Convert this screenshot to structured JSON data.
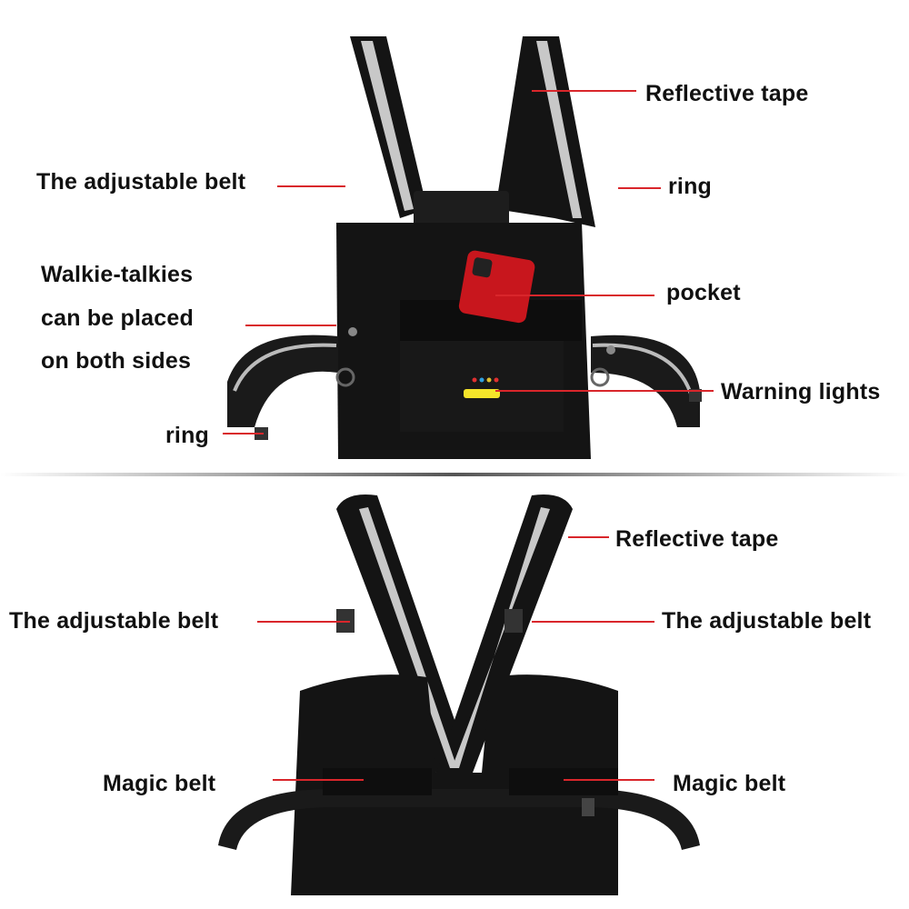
{
  "colors": {
    "leader_line": "#d9262b",
    "vest": "#141414",
    "reflective": "#c8c8c8",
    "phone": "#c8161d",
    "warning_light": "#f4e42a"
  },
  "front_view": {
    "labels": {
      "reflective_tape": "Reflective tape",
      "adjustable_belt": "The adjustable belt",
      "ring_right": "ring",
      "walkie_line1": "Walkie-talkies",
      "walkie_line2": "can be placed",
      "walkie_line3": "on both sides",
      "pocket": "pocket",
      "warning_lights": "Warning lights",
      "ring_left": "ring"
    }
  },
  "back_view": {
    "labels": {
      "reflective_tape": "Reflective tape",
      "adjustable_belt_left": "The adjustable belt",
      "adjustable_belt_right": "The adjustable belt",
      "magic_belt_left": "Magic belt",
      "magic_belt_right": "Magic belt"
    }
  }
}
